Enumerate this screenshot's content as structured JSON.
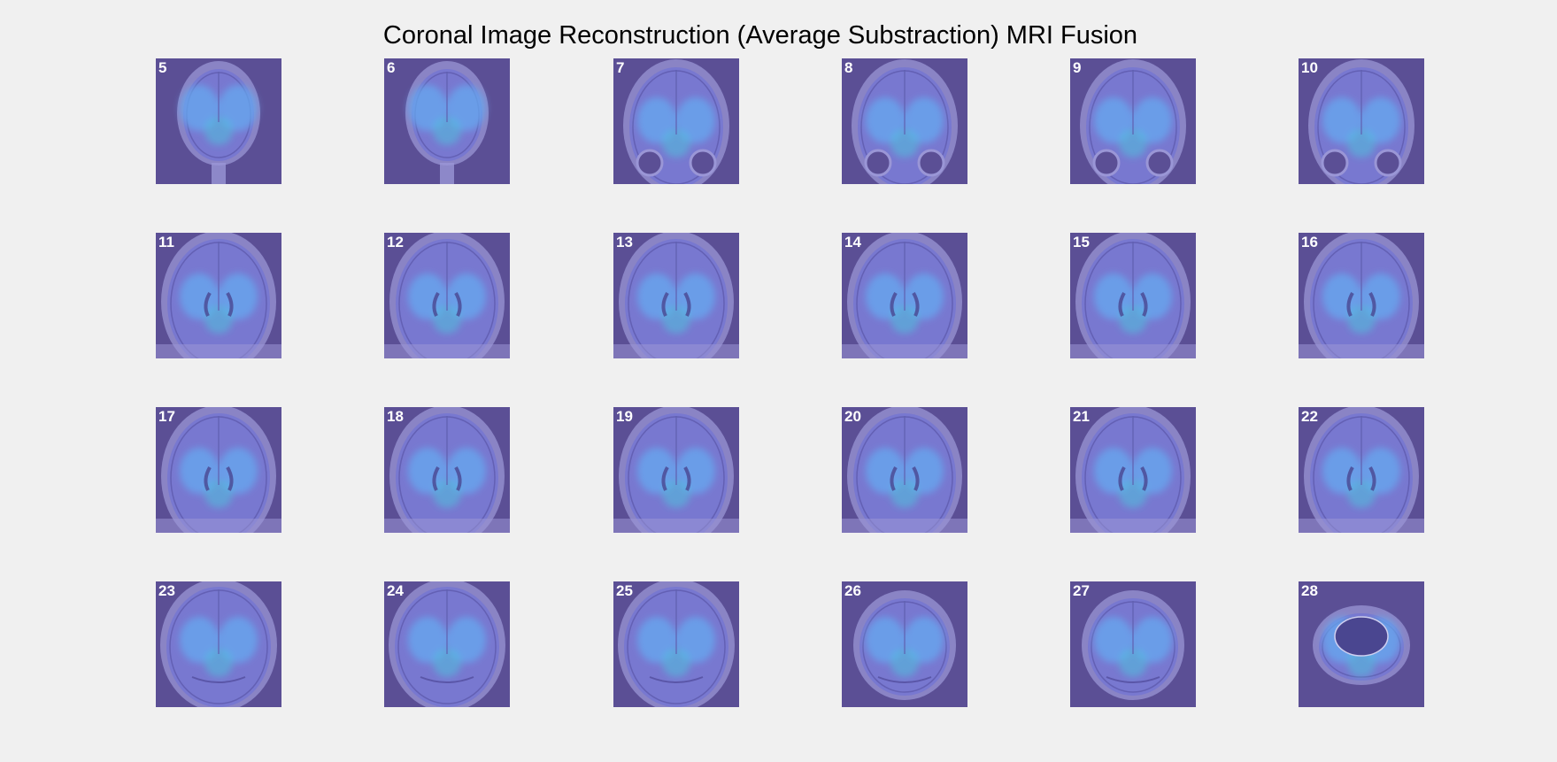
{
  "figure": {
    "title": "Coronal Image Reconstruction (Average Substraction) MRI Fusion"
  },
  "colors": {
    "background": "#f0f0f0",
    "tile_background": "#5b4f95",
    "head_fill": "#7878d0",
    "skull_ring": "#9a96d6",
    "activation": "#66aaf0",
    "activation_cyan": "#48d0e0",
    "hotspot_yellow": "#e8f060"
  },
  "slices": [
    {
      "number": "5",
      "stage": "frontal-small"
    },
    {
      "number": "6",
      "stage": "frontal-small"
    },
    {
      "number": "7",
      "stage": "frontal-orbit"
    },
    {
      "number": "8",
      "stage": "frontal-orbit"
    },
    {
      "number": "9",
      "stage": "frontal-orbit"
    },
    {
      "number": "10",
      "stage": "frontal-orbit"
    },
    {
      "number": "11",
      "stage": "mid-ventricle"
    },
    {
      "number": "12",
      "stage": "mid-ventricle"
    },
    {
      "number": "13",
      "stage": "mid-ventricle"
    },
    {
      "number": "14",
      "stage": "mid-ventricle"
    },
    {
      "number": "15",
      "stage": "mid-ventricle"
    },
    {
      "number": "16",
      "stage": "mid-ventricle"
    },
    {
      "number": "17",
      "stage": "posterior-ventricle"
    },
    {
      "number": "18",
      "stage": "posterior-ventricle"
    },
    {
      "number": "19",
      "stage": "posterior-ventricle"
    },
    {
      "number": "20",
      "stage": "posterior-ventricle"
    },
    {
      "number": "21",
      "stage": "posterior-ventricle"
    },
    {
      "number": "22",
      "stage": "posterior-ventricle"
    },
    {
      "number": "23",
      "stage": "occipital"
    },
    {
      "number": "24",
      "stage": "occipital"
    },
    {
      "number": "25",
      "stage": "occipital"
    },
    {
      "number": "26",
      "stage": "occipital-small"
    },
    {
      "number": "27",
      "stage": "occipital-small"
    },
    {
      "number": "28",
      "stage": "vertex"
    }
  ]
}
